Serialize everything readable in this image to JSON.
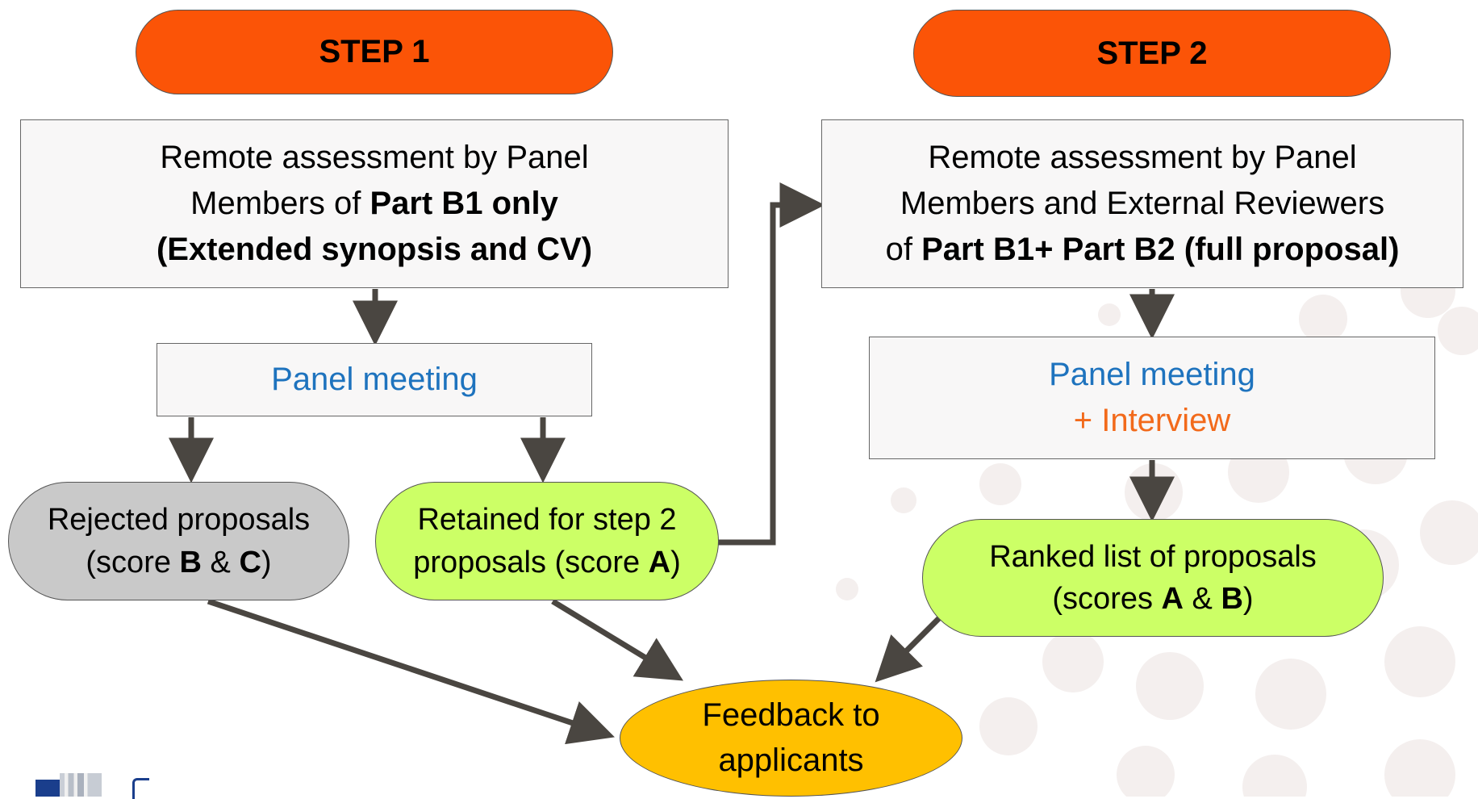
{
  "step1": {
    "label": "STEP 1"
  },
  "step2": {
    "label": "STEP 2"
  },
  "box1": {
    "line1": "Remote assessment by Panel",
    "line2_prefix": "Members of ",
    "line2_bold": "Part B1 only",
    "line3_bold": "(Extended synopsis and CV)"
  },
  "box2": {
    "line1": "Remote assessment by Panel",
    "line2": "Members and External Reviewers",
    "line3_prefix": "of ",
    "line3_bold": "Part B1+ Part B2 (full proposal)"
  },
  "panel1": {
    "label": "Panel meeting"
  },
  "panel2": {
    "label": "Panel meeting",
    "interview": "+ Interview"
  },
  "rejected": {
    "line1": "Rejected proposals",
    "p1": "(score ",
    "b1": "B",
    "p2": " & ",
    "b2": "C",
    "p3": ")"
  },
  "retained": {
    "line1": "Retained for step 2",
    "p1": "proposals (score ",
    "b1": "A",
    "p2": ")"
  },
  "ranked": {
    "line1": "Ranked list of proposals",
    "p1": "(scores ",
    "b1": "A",
    "p2": " & ",
    "b2": "B",
    "p3": ")"
  },
  "feedback": {
    "line1": "Feedback to",
    "line2": "applicants"
  },
  "colors": {
    "step_fill": "#fb5407",
    "green_fill": "#ccff66",
    "grey_fill": "#c9c9c9",
    "feedback_fill": "#ffc000",
    "panel_text": "#1e73be",
    "interview_text": "#f26a1b",
    "arrow": "#4a4641",
    "decor_dots": "#f4efee"
  },
  "icons": {
    "logo": "european-commission-logo"
  }
}
